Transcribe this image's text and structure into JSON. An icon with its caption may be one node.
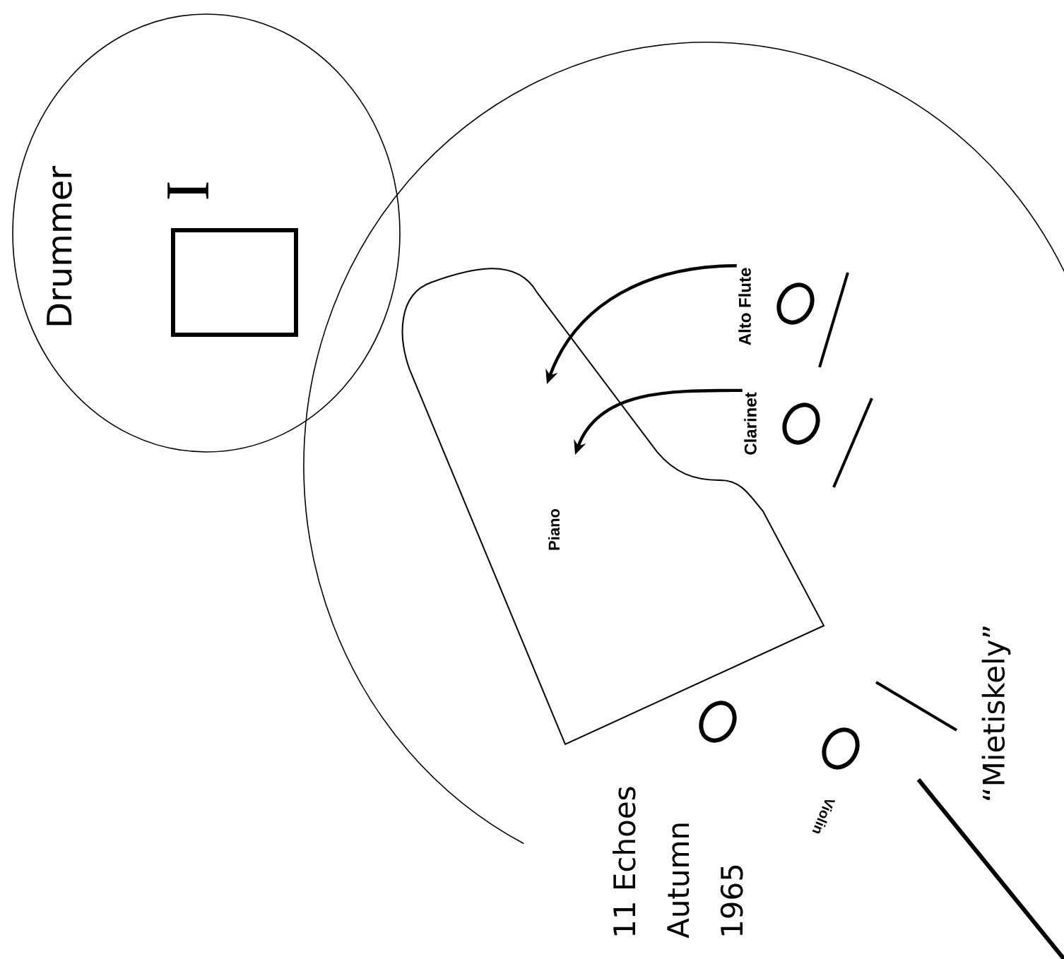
{
  "diagram": {
    "nodes": [
      {
        "text": [
          "Drummer"
        ]
      },
      {
        "text": [],
        "shape": "box",
        "in": 0
      },
      {
        "text": [],
        "shape": "ellipse"
      },
      {
        "text": [
          "Piano"
        ],
        "in": 2
      },
      {
        "text": [
          "Alto Flute"
        ],
        "in": 2
      },
      {
        "text": [
          "Clarinet"
        ],
        "in": 2
      },
      {
        "text": [
          "Violin"
        ],
        "in": 2
      }
    ],
    "edges": [
      {
        "from": 4,
        "to": 3,
        "arrow": "to"
      },
      {
        "from": 5,
        "to": 3,
        "arrow": "to"
      }
    ],
    "labels": [
      "I",
      "11 Echoes Autumn 1965",
      "“Mietiskely”"
    ]
  }
}
